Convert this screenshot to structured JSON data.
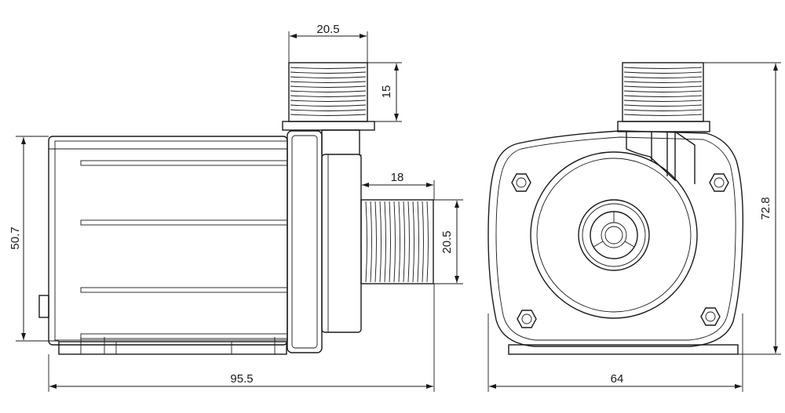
{
  "drawing": {
    "side_view": {
      "overall_length": "95.5",
      "body_height": "50.7",
      "outlet_width": "20.5",
      "outlet_height": "15",
      "inlet_length": "18",
      "inlet_diameter": "20.5"
    },
    "front_view": {
      "overall_height": "72.8",
      "width": "64"
    }
  }
}
